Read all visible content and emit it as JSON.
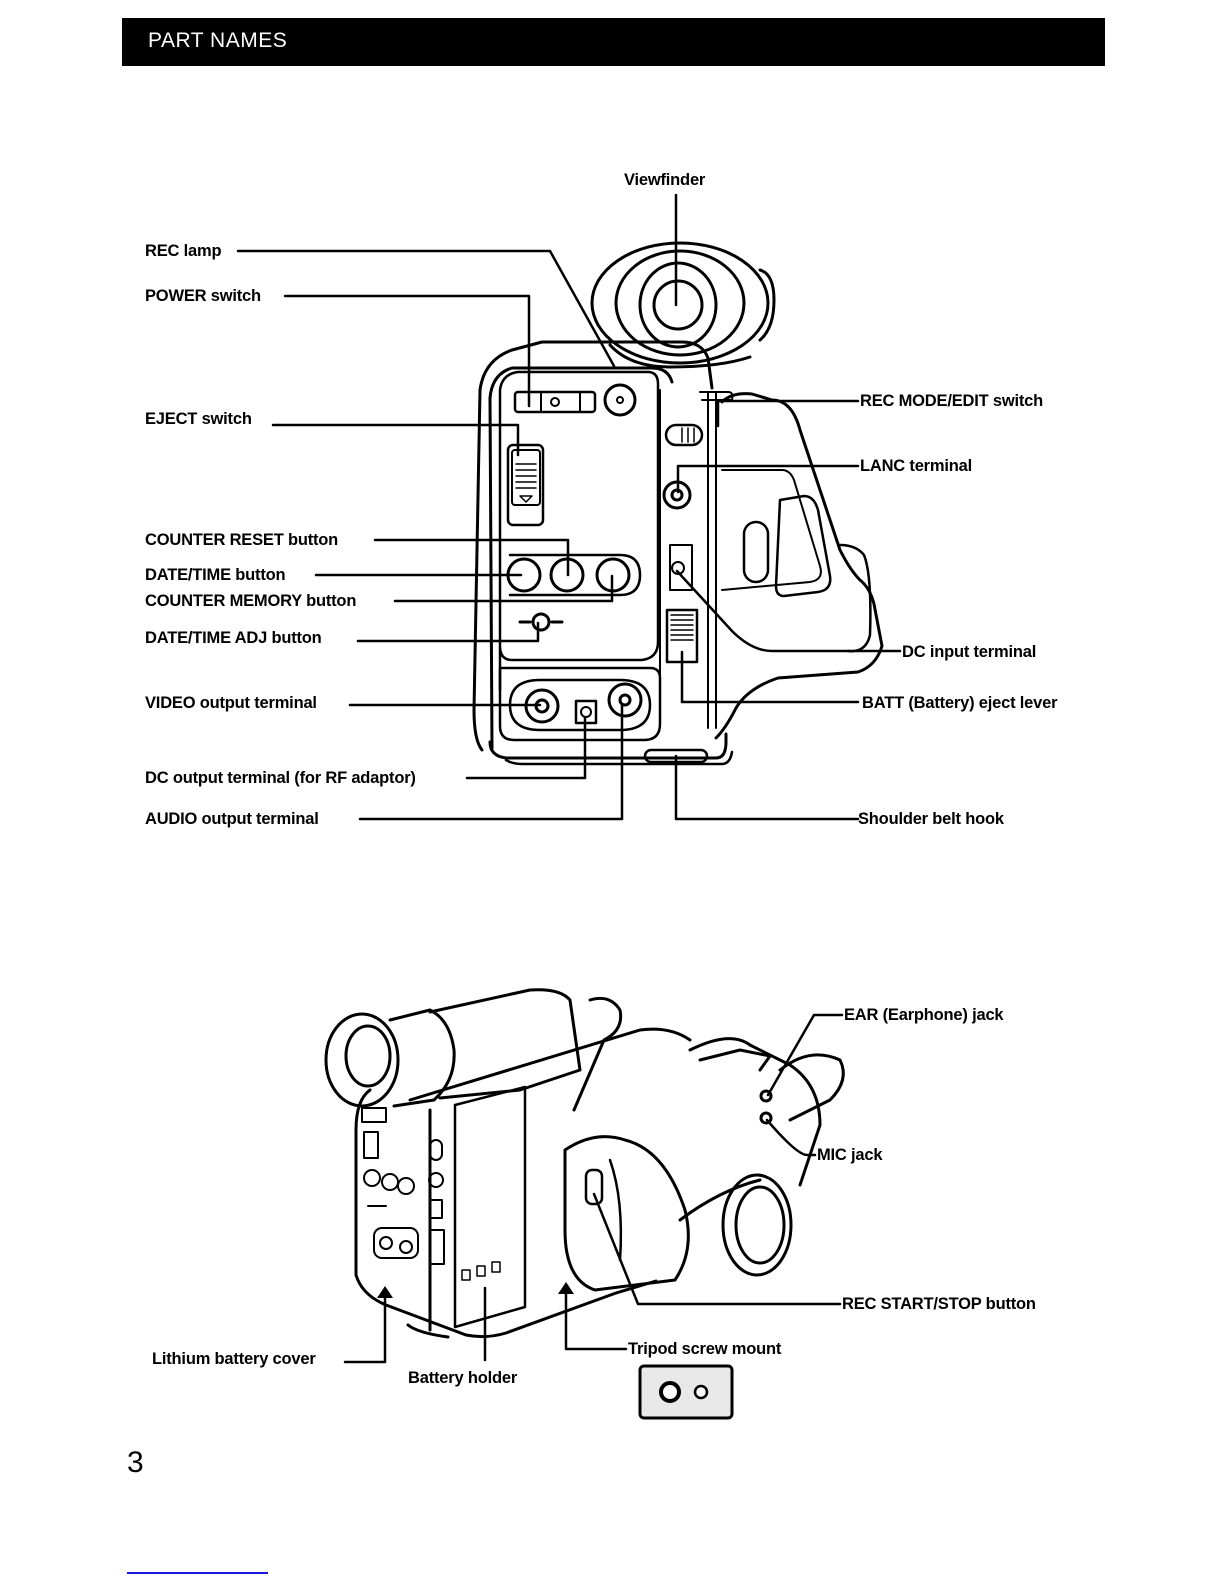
{
  "header": {
    "title": "PART NAMES",
    "background": "#000000",
    "color": "#ffffff"
  },
  "figure_top": {
    "labels": {
      "viewfinder": "Viewfinder",
      "rec_lamp": "REC lamp",
      "power_switch": "POWER switch",
      "eject_switch": "EJECT switch",
      "counter_reset": "COUNTER RESET button",
      "date_time": "DATE/TIME button",
      "counter_memory": "COUNTER MEMORY button",
      "date_time_adj": "DATE/TIME ADJ button",
      "video_out": "VIDEO output terminal",
      "dc_out": "DC output terminal (for RF adaptor)",
      "audio_out": "AUDIO output terminal",
      "rec_mode_edit": "REC MODE/EDIT switch",
      "lanc": "LANC terminal",
      "dc_in": "DC input terminal",
      "batt_eject": "BATT (Battery) eject lever",
      "shoulder_hook": "Shoulder belt hook"
    }
  },
  "figure_bottom": {
    "labels": {
      "ear_jack": "EAR (Earphone) jack",
      "mic_jack": "MIC jack",
      "rec_start_stop": "REC START/STOP button",
      "tripod_mount": "Tripod screw mount",
      "lithium_cover": "Lithium battery cover",
      "battery_holder": "Battery holder"
    }
  },
  "footer": {
    "page_number": "3",
    "link_color": "#1a1adb"
  }
}
